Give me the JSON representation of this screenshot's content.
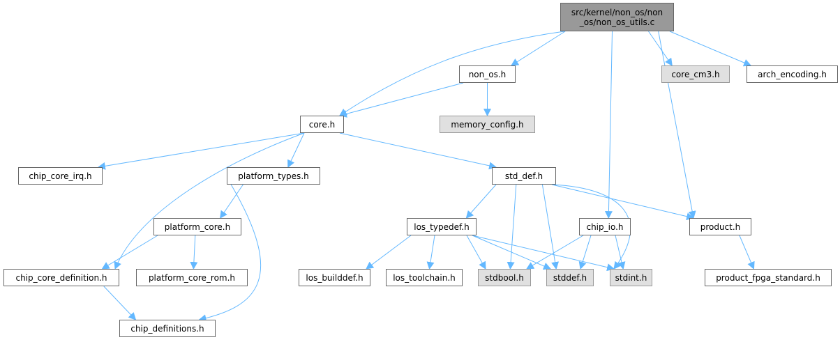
{
  "diagram": {
    "type": "include-dependency-graph",
    "root": "src/kernel/non_os/non_os/non_os_utils.c",
    "nodes": [
      {
        "id": "root",
        "label": "src/kernel/non_os/non\n_os/non_os_utils.c",
        "kind": "root"
      },
      {
        "id": "non_os_h",
        "label": "non_os.h",
        "kind": "local"
      },
      {
        "id": "core_cm3_h",
        "label": "core_cm3.h",
        "kind": "system"
      },
      {
        "id": "arch_encoding_h",
        "label": "arch_encoding.h",
        "kind": "local"
      },
      {
        "id": "core_h",
        "label": "core.h",
        "kind": "local"
      },
      {
        "id": "memory_config_h",
        "label": "memory_config.h",
        "kind": "system"
      },
      {
        "id": "chip_core_irq_h",
        "label": "chip_core_irq.h",
        "kind": "local"
      },
      {
        "id": "platform_types_h",
        "label": "platform_types.h",
        "kind": "local"
      },
      {
        "id": "std_def_h",
        "label": "std_def.h",
        "kind": "local"
      },
      {
        "id": "platform_core_h",
        "label": "platform_core.h",
        "kind": "local"
      },
      {
        "id": "los_typedef_h",
        "label": "los_typedef.h",
        "kind": "local"
      },
      {
        "id": "chip_io_h",
        "label": "chip_io.h",
        "kind": "local"
      },
      {
        "id": "product_h",
        "label": "product.h",
        "kind": "local"
      },
      {
        "id": "chip_core_definition_h",
        "label": "chip_core_definition.h",
        "kind": "local"
      },
      {
        "id": "platform_core_rom_h",
        "label": "platform_core_rom.h",
        "kind": "local"
      },
      {
        "id": "los_builddef_h",
        "label": "los_builddef.h",
        "kind": "local"
      },
      {
        "id": "los_toolchain_h",
        "label": "los_toolchain.h",
        "kind": "local"
      },
      {
        "id": "stdbool_h",
        "label": "stdbool.h",
        "kind": "system"
      },
      {
        "id": "stddef_h",
        "label": "stddef.h",
        "kind": "system"
      },
      {
        "id": "stdint_h",
        "label": "stdint.h",
        "kind": "system"
      },
      {
        "id": "product_fpga_standard_h",
        "label": "product_fpga_standard.h",
        "kind": "local"
      },
      {
        "id": "chip_definitions_h",
        "label": "chip_definitions.h",
        "kind": "local"
      }
    ],
    "edges": [
      [
        "root",
        "core_h"
      ],
      [
        "root",
        "non_os_h"
      ],
      [
        "root",
        "chip_io_h"
      ],
      [
        "root",
        "product_h"
      ],
      [
        "root",
        "core_cm3_h"
      ],
      [
        "root",
        "arch_encoding_h"
      ],
      [
        "non_os_h",
        "core_h"
      ],
      [
        "non_os_h",
        "memory_config_h"
      ],
      [
        "core_h",
        "chip_core_irq_h"
      ],
      [
        "core_h",
        "chip_core_definition_h"
      ],
      [
        "core_h",
        "platform_types_h"
      ],
      [
        "core_h",
        "std_def_h"
      ],
      [
        "platform_types_h",
        "platform_core_h"
      ],
      [
        "platform_types_h",
        "chip_definitions_h"
      ],
      [
        "platform_core_h",
        "chip_core_definition_h"
      ],
      [
        "platform_core_h",
        "platform_core_rom_h"
      ],
      [
        "chip_core_definition_h",
        "chip_definitions_h"
      ],
      [
        "std_def_h",
        "los_typedef_h"
      ],
      [
        "std_def_h",
        "stdbool_h"
      ],
      [
        "std_def_h",
        "stddef_h"
      ],
      [
        "std_def_h",
        "stdint_h"
      ],
      [
        "std_def_h",
        "product_h"
      ],
      [
        "los_typedef_h",
        "los_builddef_h"
      ],
      [
        "los_typedef_h",
        "los_toolchain_h"
      ],
      [
        "los_typedef_h",
        "stdbool_h"
      ],
      [
        "los_typedef_h",
        "stddef_h"
      ],
      [
        "los_typedef_h",
        "stdint_h"
      ],
      [
        "chip_io_h",
        "stdbool_h"
      ],
      [
        "chip_io_h",
        "stddef_h"
      ],
      [
        "chip_io_h",
        "stdint_h"
      ],
      [
        "product_h",
        "product_fpga_standard_h"
      ]
    ],
    "colors": {
      "edge": "#63b8ff",
      "root_fill": "#999999",
      "system_fill": "#e0e0e0",
      "local_fill": "#ffffff"
    }
  }
}
